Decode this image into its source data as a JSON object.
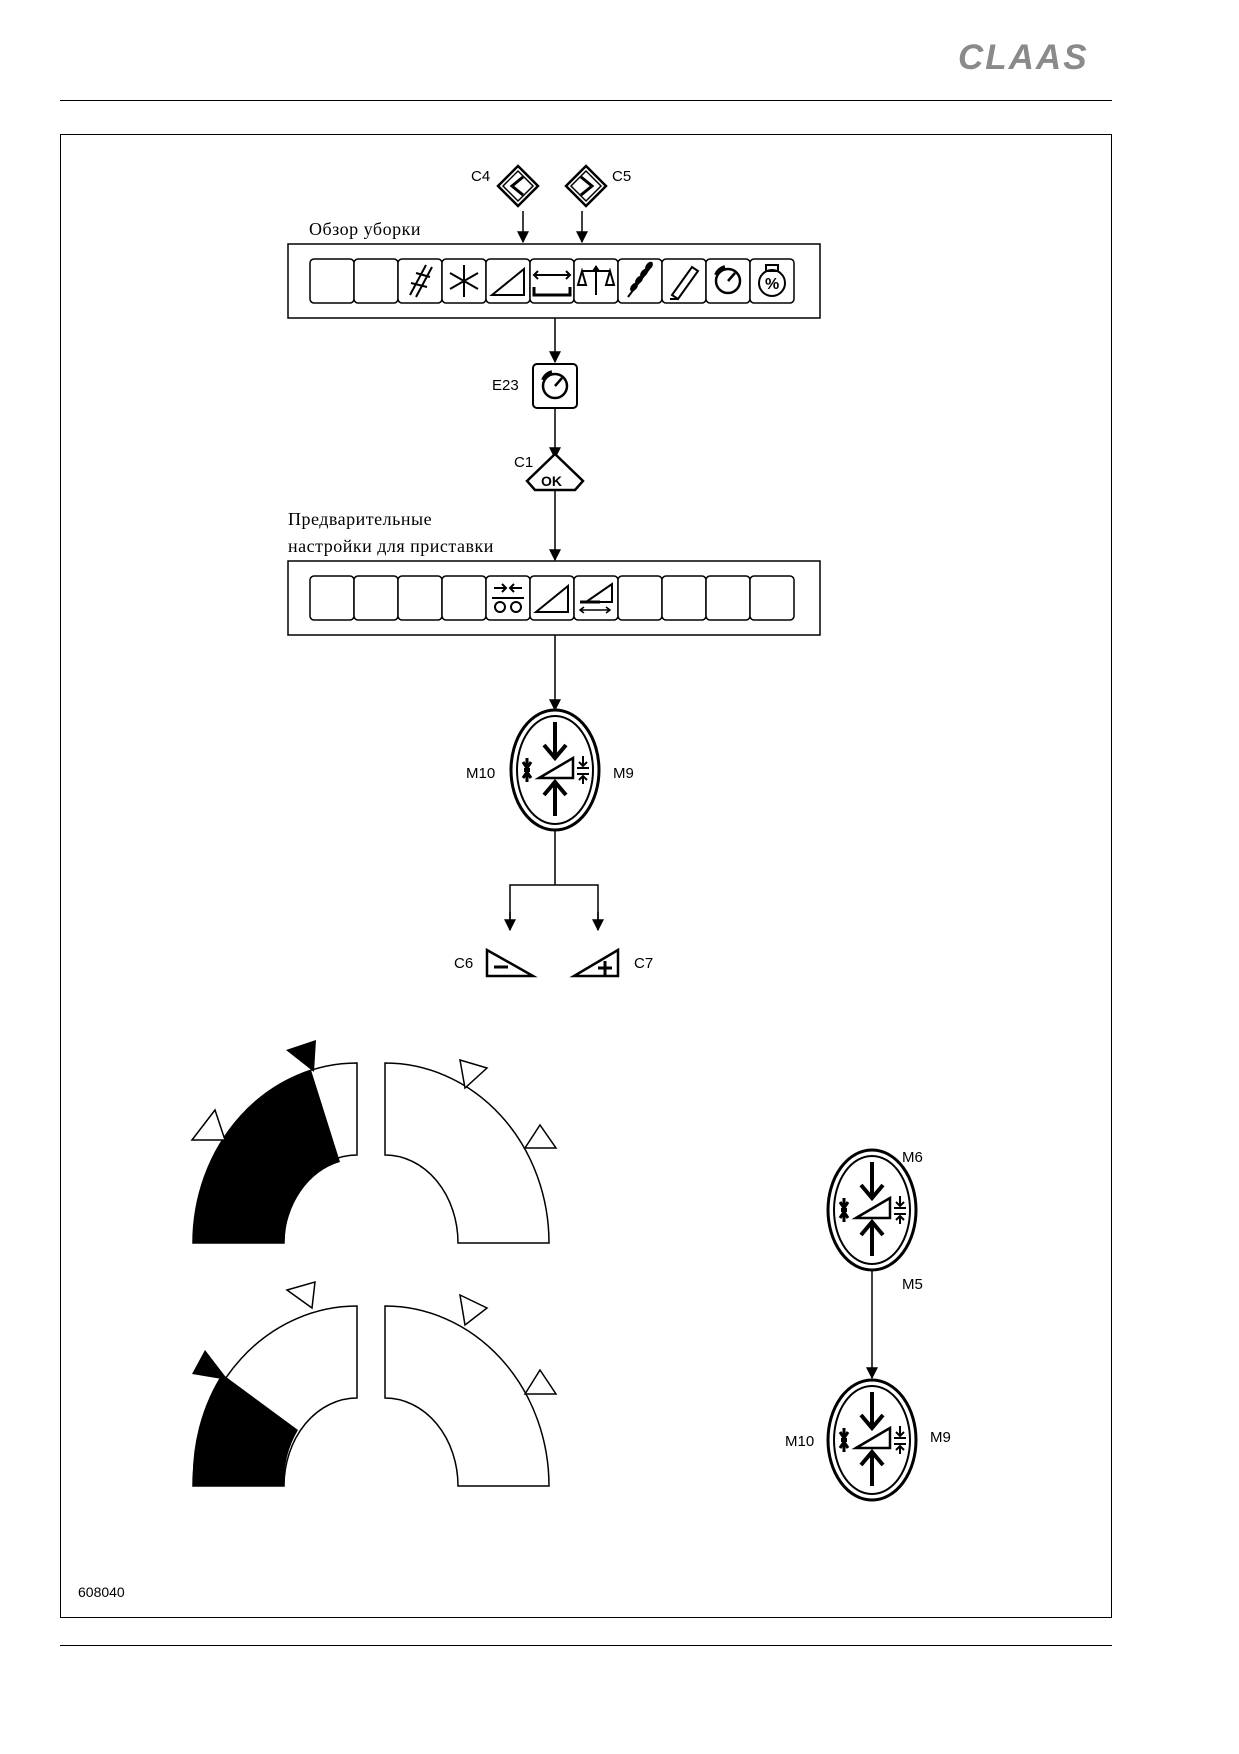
{
  "header": {
    "logo_text": "CLAAS"
  },
  "menus": [
    {
      "title": "Обзор уборки",
      "icons": [
        "",
        "",
        "header-strip-icon",
        "asterisk-icon",
        "header-ramp-icon",
        "width-ruler-icon",
        "scale-icon",
        "grain-icon",
        "pencil-icon",
        "gauge-icon",
        "percent-icon"
      ]
    },
    {
      "title_line1": "Предварительные",
      "title_line2": "настройки для приставки",
      "icons": [
        "",
        "",
        "",
        "",
        "spacing-icon",
        "header-ramp-icon",
        "header-ramp-width-icon",
        "",
        "",
        "",
        ""
      ]
    }
  ],
  "labels": {
    "c4": "C4",
    "c5": "C5",
    "e23": "E23",
    "c1": "C1",
    "ok": "OK",
    "c6": "C6",
    "c7": "C7",
    "m10": "M10",
    "m9": "M9",
    "m6": "M6",
    "m5": "M5",
    "m10b": "M10",
    "m9b": "M9"
  },
  "figure_number": "608040"
}
